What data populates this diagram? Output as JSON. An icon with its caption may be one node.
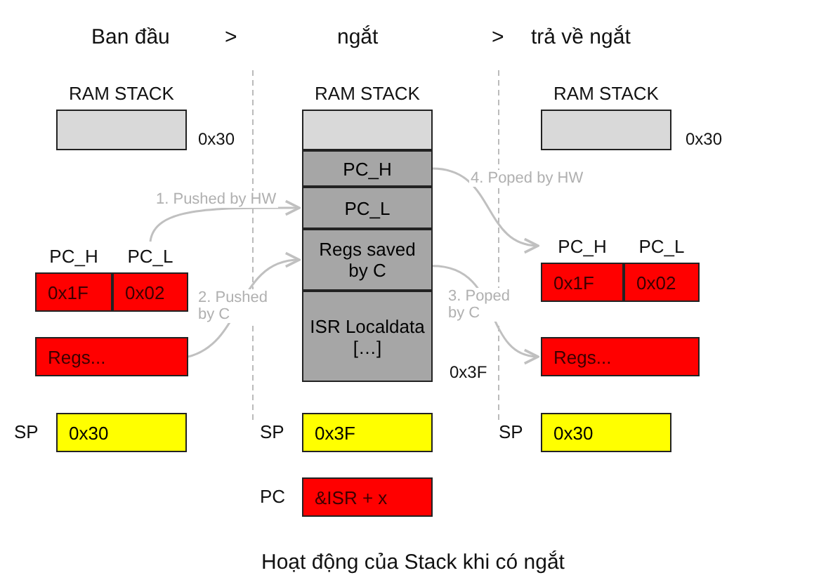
{
  "diagram": {
    "caption": "Hoạt động của Stack khi có ngắt",
    "nodes": [
      {
        "text": [
          "RAM STACK"
        ],
        "beside": [
          "0x30"
        ]
      },
      {
        "text": [
          "PC_H",
          "0x1F"
        ]
      },
      {
        "text": [
          "PC_L",
          "0x02"
        ]
      },
      {
        "text": [
          "Regs..."
        ]
      },
      {
        "text": [
          "SP",
          "0x30"
        ]
      },
      {
        "text": [
          "RAM STACK"
        ],
        "beside": [
          "0x3F"
        ]
      },
      {
        "text": [],
        "shape": "box",
        "in": 5
      },
      {
        "text": [
          "PC_H"
        ],
        "in": 5
      },
      {
        "text": [
          "PC_L"
        ],
        "in": 5
      },
      {
        "text": [
          "Regs saved by C"
        ],
        "in": 5
      },
      {
        "text": [
          "ISR Localdata […]"
        ],
        "in": 5
      },
      {
        "text": [
          "SP",
          "0x3F"
        ]
      },
      {
        "text": [
          "PC",
          "&ISR + x"
        ]
      },
      {
        "text": [
          "RAM STACK"
        ],
        "beside": [
          "0x30"
        ]
      },
      {
        "text": [
          "PC_H",
          "0x1F"
        ]
      },
      {
        "text": [
          "PC_L",
          "0x02"
        ]
      },
      {
        "text": [
          "Regs..."
        ]
      },
      {
        "text": [
          "SP",
          "0x30"
        ]
      }
    ],
    "edges": [
      {
        "from": 2,
        "to": 8,
        "arrow": "to",
        "label": "1. Pushed by HW"
      },
      {
        "from": 3,
        "to": 9,
        "arrow": "to",
        "label": "2. Pushed by C"
      },
      {
        "from": 9,
        "to": 16,
        "arrow": "to",
        "label": "3. Poped by C"
      },
      {
        "from": 7,
        "to": 14,
        "arrow": "to",
        "label": "4. Poped by HW"
      }
    ],
    "labels": [
      "Ban đầu",
      ">",
      "ngắt",
      ">",
      "trả về ngắt"
    ]
  }
}
